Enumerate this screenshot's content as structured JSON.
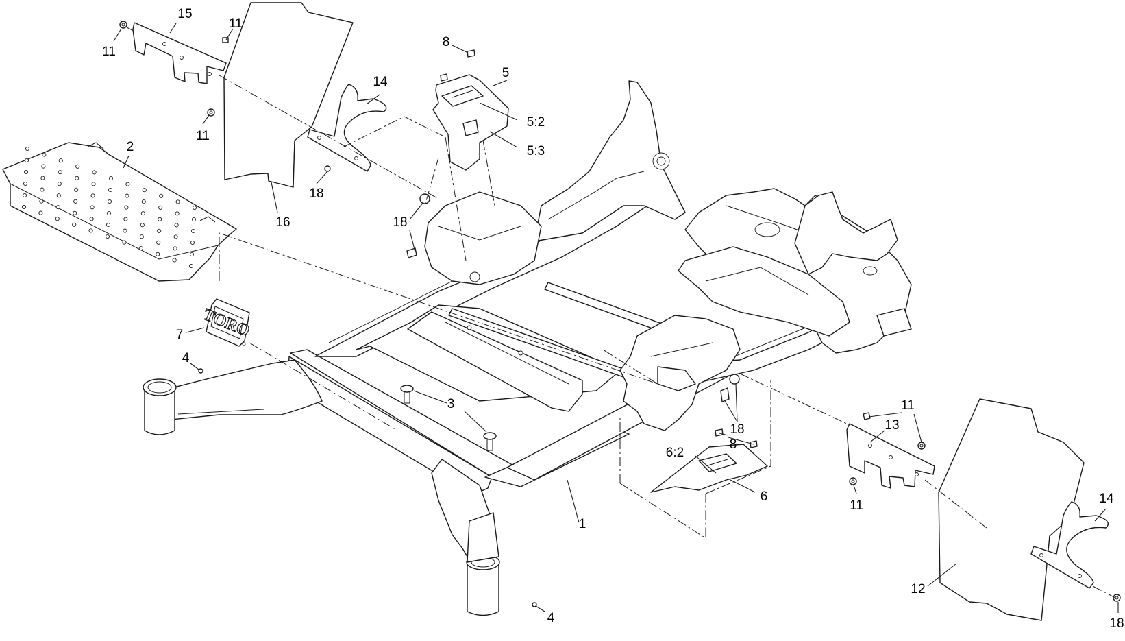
{
  "callouts": [
    {
      "id": "c15",
      "text": "15"
    },
    {
      "id": "c11a",
      "text": "11"
    },
    {
      "id": "c11b",
      "text": "11"
    },
    {
      "id": "c11c",
      "text": "11"
    },
    {
      "id": "c14a",
      "text": "14"
    },
    {
      "id": "c2",
      "text": "2"
    },
    {
      "id": "c16",
      "text": "16"
    },
    {
      "id": "c18a",
      "text": "18"
    },
    {
      "id": "c8a",
      "text": "8"
    },
    {
      "id": "c5",
      "text": "5"
    },
    {
      "id": "c5_2",
      "text": "5:2"
    },
    {
      "id": "c5_3",
      "text": "5:3"
    },
    {
      "id": "c18b",
      "text": "18"
    },
    {
      "id": "c7",
      "text": "7"
    },
    {
      "id": "c4a",
      "text": "4"
    },
    {
      "id": "c3",
      "text": "3"
    },
    {
      "id": "c1",
      "text": "1"
    },
    {
      "id": "c18c",
      "text": "18"
    },
    {
      "id": "c8b",
      "text": "8"
    },
    {
      "id": "c6_2",
      "text": "6:2"
    },
    {
      "id": "c6",
      "text": "6"
    },
    {
      "id": "c11d",
      "text": "11"
    },
    {
      "id": "c13",
      "text": "13"
    },
    {
      "id": "c11e",
      "text": "11"
    },
    {
      "id": "c14b",
      "text": "14"
    },
    {
      "id": "c12",
      "text": "12"
    },
    {
      "id": "c18d",
      "text": "18"
    },
    {
      "id": "c4b",
      "text": "4"
    }
  ],
  "logo_text": "TORO",
  "line_color": "#1a1a1a"
}
